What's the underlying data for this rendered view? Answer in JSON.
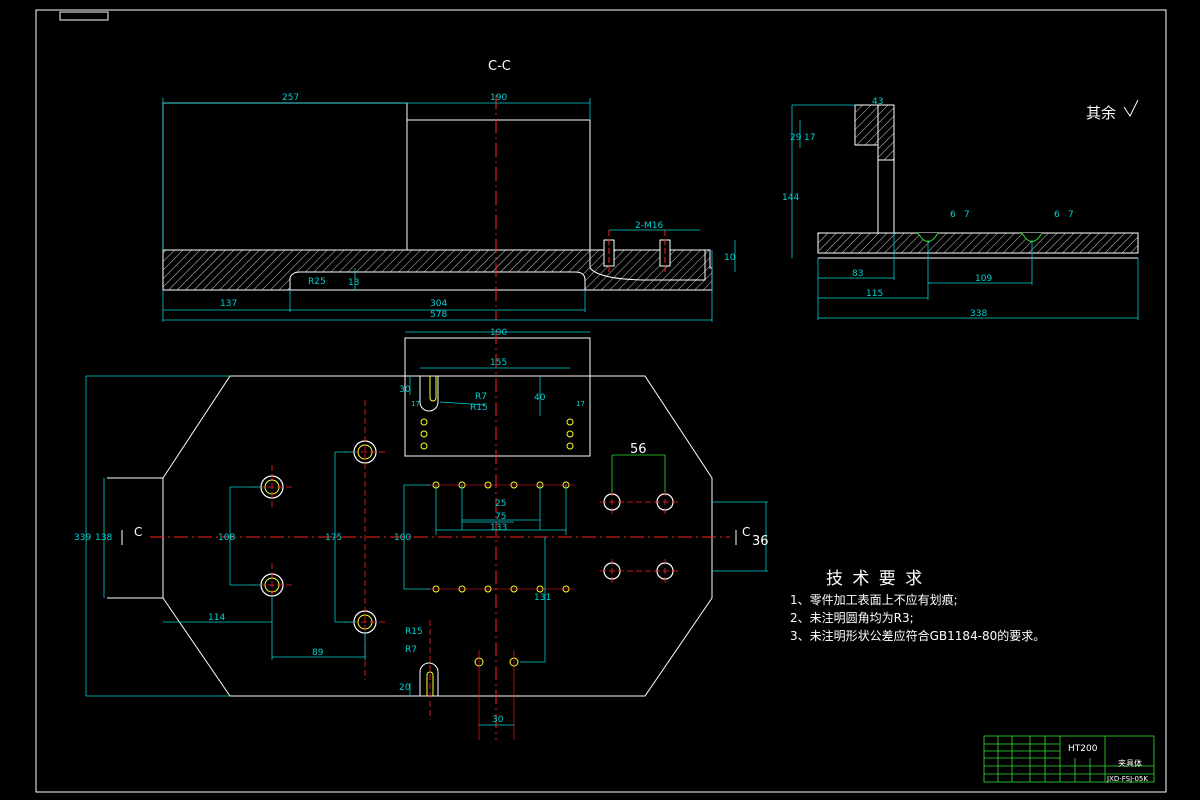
{
  "section_label": "C-C",
  "roughness_note": "其余",
  "tech_requirements": {
    "title": "技 术 要 求",
    "items": [
      "1、零件加工表面上不应有划痕;",
      "2、未注明圆角均为R3;",
      "3、未注明形状公差应符合GB1184-80的要求。"
    ]
  },
  "section_dims": {
    "w257": "257",
    "w190": "190",
    "thread": "2-M16",
    "r25": "R25",
    "d13": "13",
    "d10": "10",
    "d137": "137",
    "d304": "304",
    "d578": "578"
  },
  "side_dims": {
    "d144": "144",
    "d29": "29",
    "d17": "17",
    "d43": "43",
    "d6a": "6",
    "d7a": "7",
    "d6b": "6",
    "d7b": "7",
    "d83": "83",
    "d115": "115",
    "d109": "109",
    "d338": "338"
  },
  "plan_dims": {
    "d190": "190",
    "d155": "155",
    "d30": "30",
    "d40": "40",
    "r7": "R7",
    "r15": "R15",
    "d17a": "17",
    "d17b": "17",
    "d56": "56",
    "d25": "25",
    "d75": "75",
    "d133": "133",
    "d339": "339",
    "d138": "138",
    "d108": "108",
    "d175": "175",
    "d100": "100",
    "d131": "131",
    "d36": "36",
    "d114": "114",
    "d89": "89",
    "d30b": "30",
    "d20": "20",
    "r15b": "R15",
    "r7b": "R7",
    "c_left": "C",
    "c_right": "C"
  },
  "title_block": {
    "material": "HT200",
    "part_name": "夹具体",
    "drawing_no": "JXD-FSJ-05K"
  },
  "colors": {
    "outline": "#ffffff",
    "dimension": "#00d0d0",
    "centerline": "#ff2020",
    "dim_alt": "#30e030",
    "hole": "#ffff30"
  }
}
